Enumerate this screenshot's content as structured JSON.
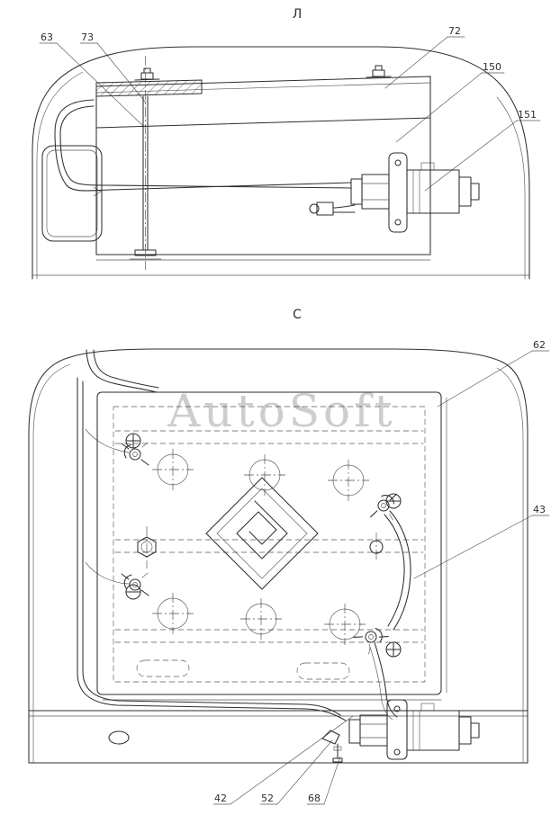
{
  "drawing": {
    "background": "#ffffff",
    "ink_color": "#2e2e2e",
    "watermark": {
      "text": "AutoSoft",
      "color": "#c8c8c8"
    }
  },
  "views": [
    {
      "title": "Л",
      "callouts": [
        {
          "label": "63"
        },
        {
          "label": "73"
        },
        {
          "label": "72"
        },
        {
          "label": "150"
        },
        {
          "label": "151"
        }
      ]
    },
    {
      "title": "С",
      "callouts": [
        {
          "label": "62"
        },
        {
          "label": "43"
        },
        {
          "label": "42"
        },
        {
          "label": "52"
        },
        {
          "label": "68"
        }
      ]
    }
  ]
}
